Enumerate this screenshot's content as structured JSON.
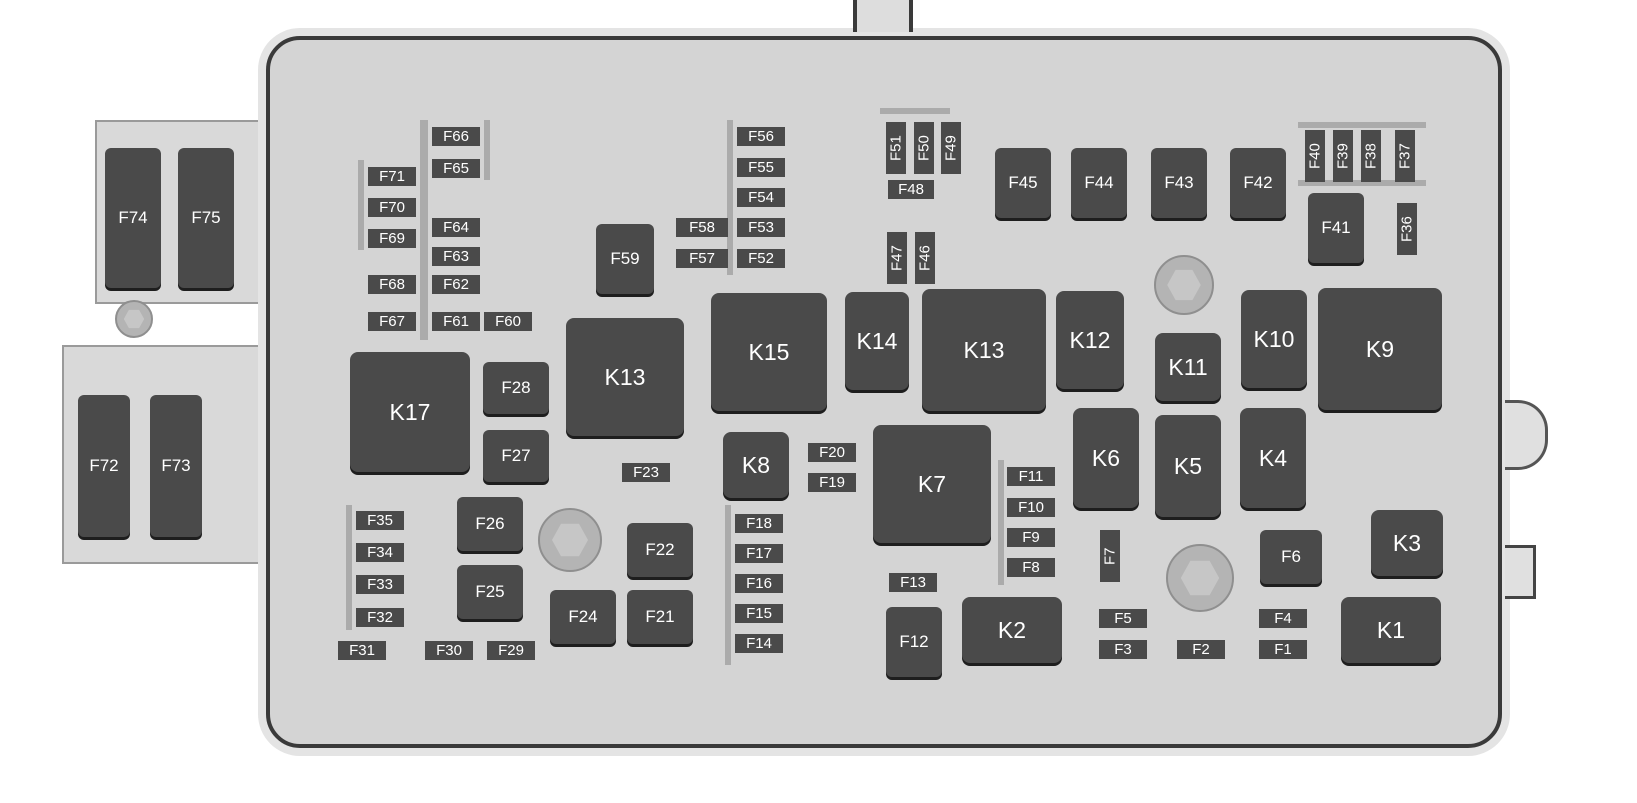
{
  "fuses": {
    "F1": "F1",
    "F2": "F2",
    "F3": "F3",
    "F4": "F4",
    "F5": "F5",
    "F6": "F6",
    "F7": "F7",
    "F8": "F8",
    "F9": "F9",
    "F10": "F10",
    "F11": "F11",
    "F12": "F12",
    "F13": "F13",
    "F14": "F14",
    "F15": "F15",
    "F16": "F16",
    "F17": "F17",
    "F18": "F18",
    "F19": "F19",
    "F20": "F20",
    "F21": "F21",
    "F22": "F22",
    "F23": "F23",
    "F24": "F24",
    "F25": "F25",
    "F26": "F26",
    "F27": "F27",
    "F28": "F28",
    "F29": "F29",
    "F30": "F30",
    "F31": "F31",
    "F32": "F32",
    "F33": "F33",
    "F34": "F34",
    "F35": "F35",
    "F36": "F36",
    "F37": "F37",
    "F38": "F38",
    "F39": "F39",
    "F40": "F40",
    "F41": "F41",
    "F42": "F42",
    "F43": "F43",
    "F44": "F44",
    "F45": "F45",
    "F46": "F46",
    "F47": "F47",
    "F48": "F48",
    "F49": "F49",
    "F50": "F50",
    "F51": "F51",
    "F52": "F52",
    "F53": "F53",
    "F54": "F54",
    "F55": "F55",
    "F56": "F56",
    "F57": "F57",
    "F58": "F58",
    "F59": "F59",
    "F60": "F60",
    "F61": "F61",
    "F62": "F62",
    "F63": "F63",
    "F64": "F64",
    "F65": "F65",
    "F66": "F66",
    "F67": "F67",
    "F68": "F68",
    "F69": "F69",
    "F70": "F70",
    "F71": "F71",
    "F72": "F72",
    "F73": "F73",
    "F74": "F74",
    "F75": "F75"
  },
  "relays": {
    "K1": "K1",
    "K2": "K2",
    "K3": "K3",
    "K4": "K4",
    "K5": "K5",
    "K6": "K6",
    "K7": "K7",
    "K8": "K8",
    "K9": "K9",
    "K10": "K10",
    "K11": "K11",
    "K12": "K12",
    "K13a": "K13",
    "K13b": "K13",
    "K14": "K14",
    "K15": "K15",
    "K17": "K17"
  }
}
